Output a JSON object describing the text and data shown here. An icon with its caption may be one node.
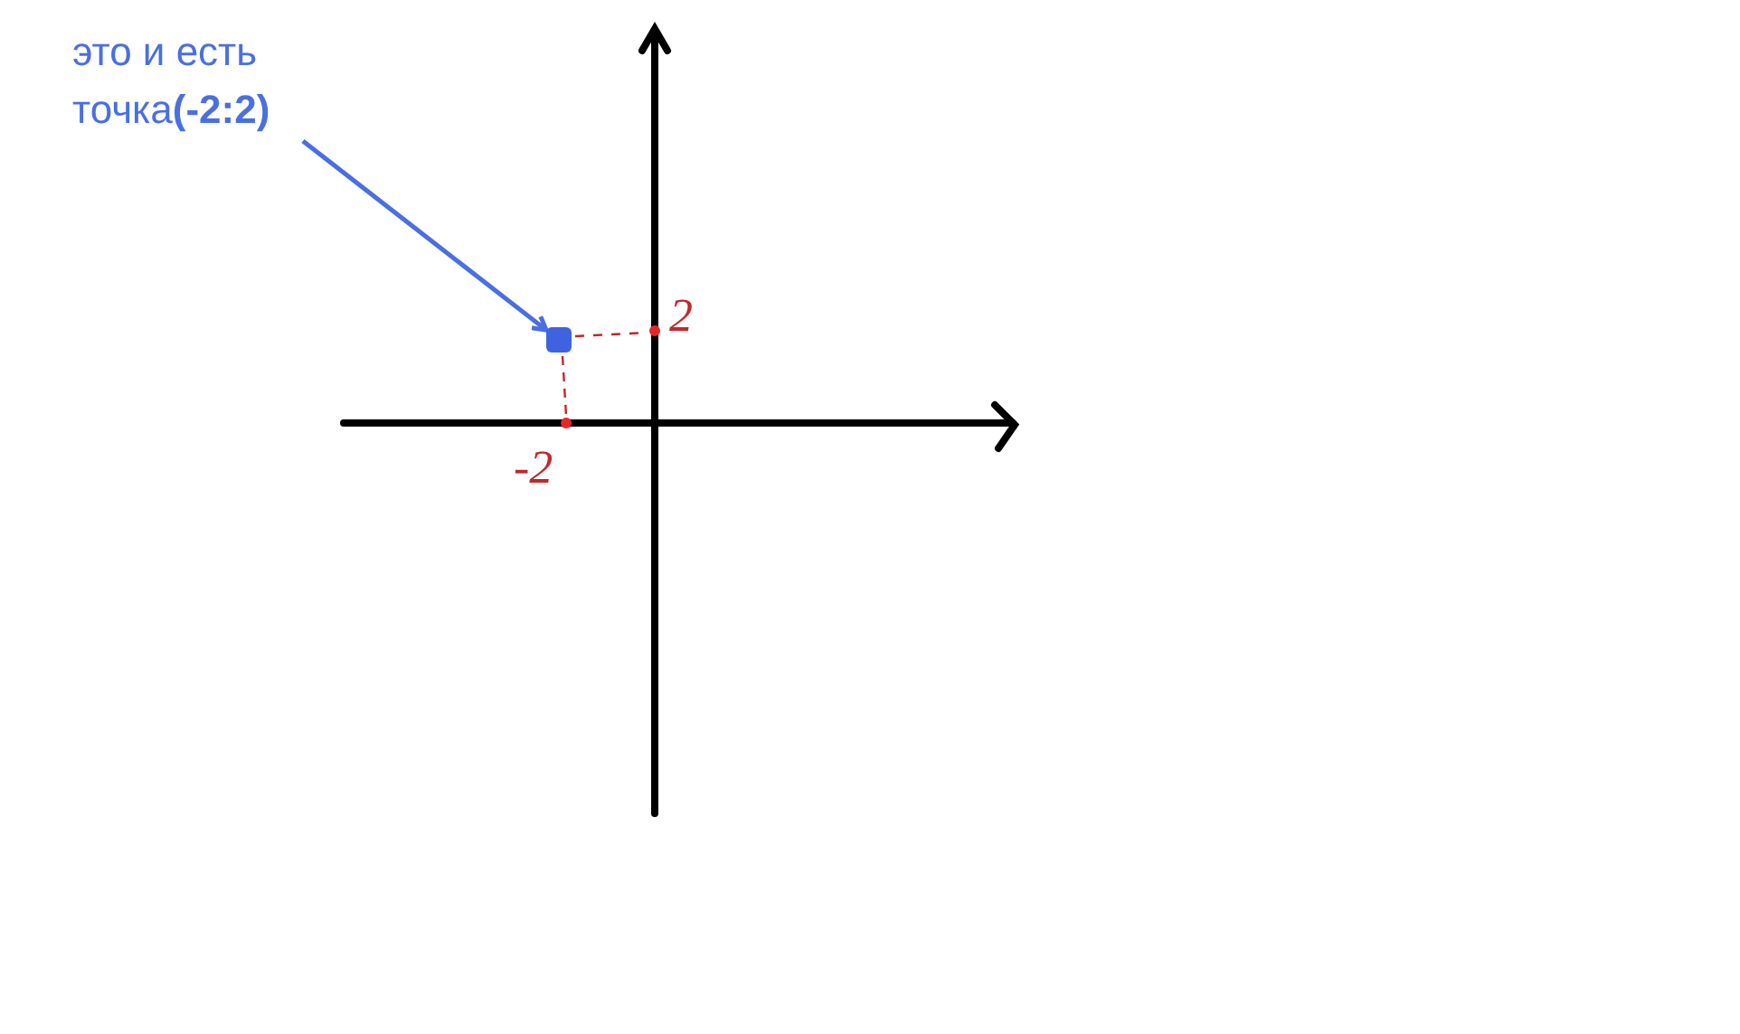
{
  "diagram": {
    "nodes": [
      {
        "text": [
          "это и есть точка**(-2:2)**"
        ]
      },
      {
        "text": [],
        "shape": "box"
      }
    ],
    "edges": [
      {
        "from": 0,
        "to": 1,
        "arrow": "to"
      }
    ],
    "labels": [
      "2",
      "-2"
    ]
  }
}
